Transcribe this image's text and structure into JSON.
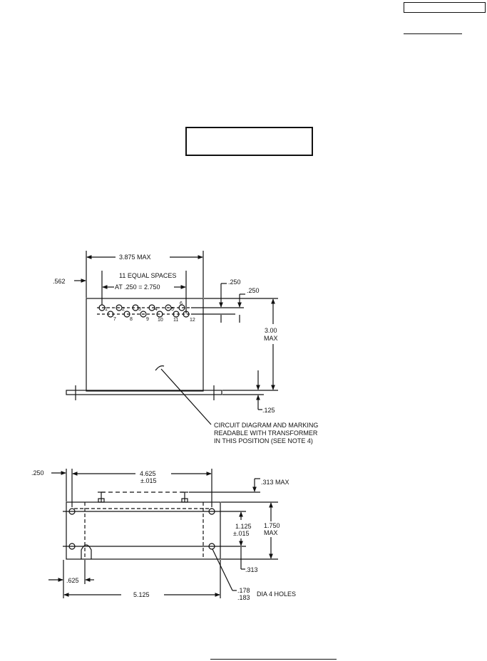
{
  "drawing": {
    "top_view": {
      "width_label": "3.875 MAX",
      "spacing_label_1": "11 EQUAL SPACES",
      "spacing_label_2": "AT .250 = 2.750",
      "left_offset_label": ".562",
      "terminal_offset_label_1": ".250",
      "terminal_offset_label_2": ".250",
      "height_label_1": "3.00",
      "height_label_2": "MAX",
      "base_thickness_label": ".125",
      "terminals_top_row": [
        "1",
        "2",
        "3",
        "4",
        "5",
        "6"
      ],
      "terminals_bottom_row": [
        "7",
        "8",
        "9",
        "10",
        "11",
        "12"
      ],
      "note_line_1": "CIRCUIT DIAGRAM AND MARKING",
      "note_line_2": "READABLE WITH TRANSFORMER",
      "note_line_3": "IN THIS POSITION (SEE NOTE 4)"
    },
    "side_view": {
      "left_edge_label": ".250",
      "hole_spacing_label_1": "4.625",
      "hole_spacing_label_2": "±.015",
      "terminal_height_label": ".313 MAX",
      "hole_vertical_label_1": "1.125",
      "hole_vertical_label_2": "±.015",
      "height_label_1": "1.750",
      "height_label_2": "MAX",
      "bottom_offset_label": ".313",
      "left_hole_offset_label": ".625",
      "total_length_label": "5.125",
      "hole_dia_label_1": ".178",
      "hole_dia_label_2": ".183",
      "hole_note": "DIA 4 HOLES"
    }
  }
}
